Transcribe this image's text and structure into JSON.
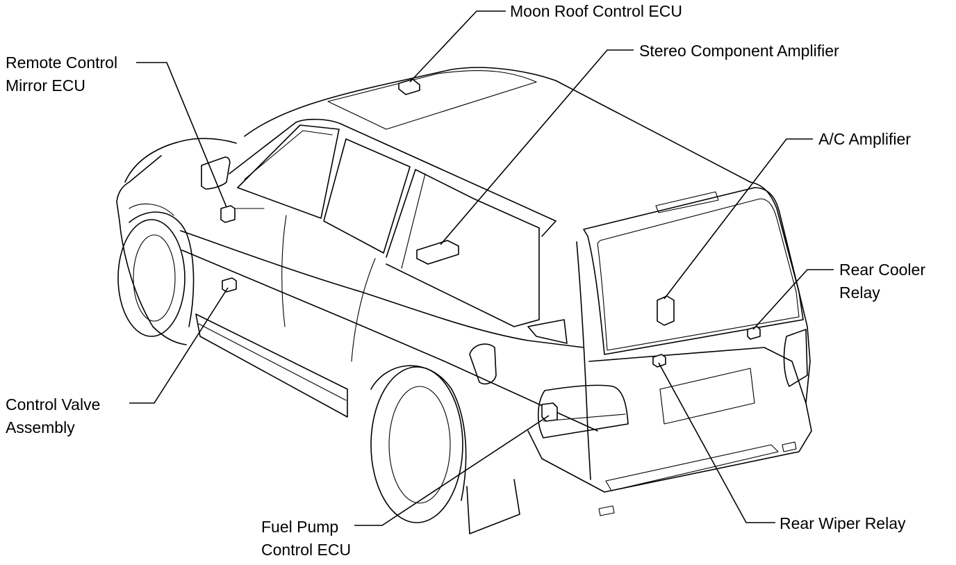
{
  "labels": {
    "moon_roof": "Moon Roof Control ECU",
    "stereo": "Stereo Component Amplifier",
    "ac_amp": "A/C Amplifier",
    "rear_cooler": [
      "Rear Cooler",
      "Relay"
    ],
    "remote_mirror": [
      "Remote Control",
      "Mirror ECU"
    ],
    "control_valve": [
      "Control Valve",
      "Assembly"
    ],
    "fuel_pump": [
      "Fuel Pump",
      "Control ECU"
    ],
    "rear_wiper": "Rear Wiper Relay"
  }
}
